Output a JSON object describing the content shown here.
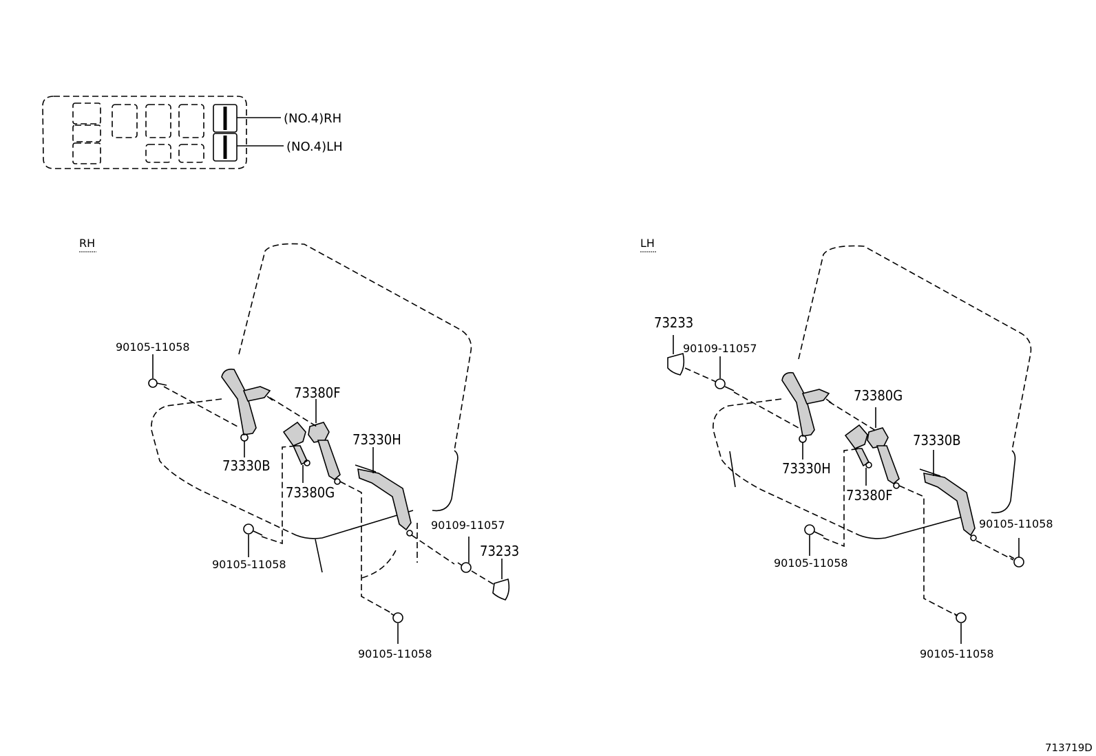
{
  "seat_map": {
    "rh_label": "(NO.4)RH",
    "lh_label": "(NO.4)LH"
  },
  "rh_panel": {
    "side_label": "RH",
    "labels": {
      "bolt_top_left": "90105-11058",
      "belt_73330b": "73330B",
      "buckle_73380f": "73380F",
      "buckle_73380g": "73380G",
      "belt_73330h": "73330H",
      "bolt_90109": "90109-11057",
      "cover_73233": "73233",
      "bolt_lower_left": "90105-11058",
      "bolt_bottom": "90105-11058"
    }
  },
  "lh_panel": {
    "side_label": "LH",
    "labels": {
      "cover_73233": "73233",
      "bolt_90109": "90109-11057",
      "belt_73330h": "73330H",
      "buckle_73380g": "73380G",
      "buckle_73380f": "73380F",
      "belt_73330b": "73330B",
      "bolt_right": "90105-11058",
      "bolt_lower_left": "90105-11058",
      "bolt_bottom": "90105-11058"
    }
  },
  "diagram_code": "713719D"
}
